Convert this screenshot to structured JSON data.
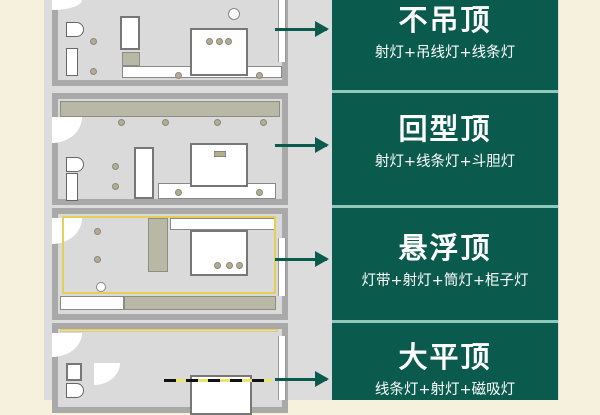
{
  "colors": {
    "background": "#f5f1dc",
    "panel_green": "#0b5a4e",
    "panel_separator": "#8fc9bd",
    "arrow": "#0b5a4e",
    "light_strip_yellow": "#e6cf57",
    "wall_gray": "#a9a9a9",
    "floor_gray": "#dadada"
  },
  "rows": [
    {
      "title": "不吊顶",
      "subtitle": "射灯+吊线灯+线条灯",
      "plan": "no-suspended-ceiling-floorplan"
    },
    {
      "title": "回型顶",
      "subtitle": "射灯+线条灯+斗胆灯",
      "plan": "tray-ceiling-floorplan"
    },
    {
      "title": "悬浮顶",
      "subtitle": "灯带+射灯+筒灯+柜子灯",
      "plan": "floating-ceiling-floorplan"
    },
    {
      "title": "大平顶",
      "subtitle": "线条灯+射灯+磁吸灯",
      "plan": "flat-ceiling-floorplan"
    }
  ],
  "icons": {
    "arrow": "arrow-right-icon",
    "spotlight": "spotlight-dot-icon"
  }
}
